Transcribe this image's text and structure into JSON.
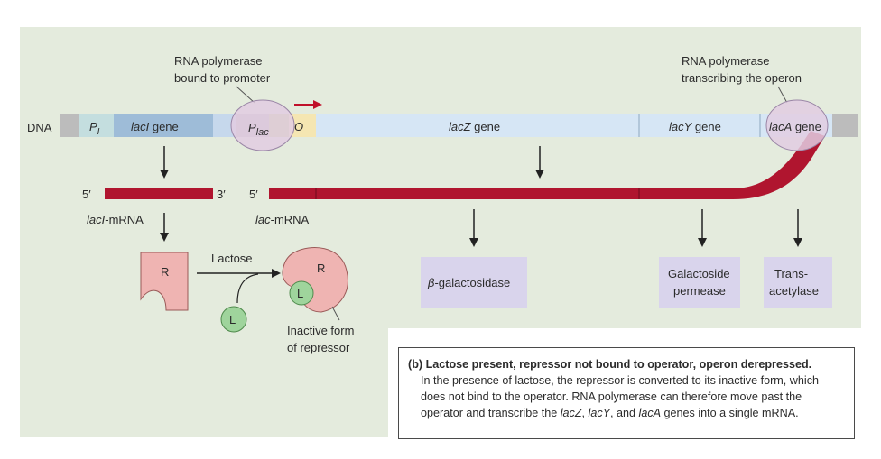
{
  "labels": {
    "dna": "DNA",
    "pi_p": "P",
    "pi_sub": "I",
    "laci_i": "lacI",
    "laci_gene": " gene",
    "rnap_top_1": "RNA polymerase",
    "rnap_top_2": "bound to promoter",
    "plac_p": "P",
    "plac_sub": "lac",
    "operator": "O",
    "lacz_i": "lacZ",
    "lacz_gene": " gene",
    "lacy_i": "lacY",
    "lacy_gene": " gene",
    "laca_i": "lacA",
    "laca_gene": " gene",
    "rnap_right_1": "RNA polymerase",
    "rnap_right_2": "transcribing the operon",
    "five_prime_1": "5′",
    "three_prime": "3′",
    "five_prime_2": "5′",
    "laci_mrna_i": "lacI",
    "laci_mrna_rest": "-mRNA",
    "lac_mrna_i": "lac",
    "lac_mrna_rest": "-mRNA",
    "repressor": "R",
    "lactose": "Lactose",
    "lactose_l": "L",
    "inactive_r": "R",
    "inactive_l": "L",
    "inactive_1": "Inactive form",
    "inactive_2": "of repressor",
    "beta_symbol": "β",
    "beta_rest": "-galactosidase",
    "permease_1": "Galactoside",
    "permease_2": "permease",
    "trans_1": "Trans-",
    "trans_2": "acetylase"
  },
  "caption": {
    "title": "(b) Lactose present, repressor not bound to operator, operon derepressed.",
    "body_1": "In the presence of lactose, the repressor is converted to its inactive form, which",
    "body_2": "does not bind to the operator. RNA polymerase can therefore move past the",
    "body_3a": "operator and transcribe the ",
    "body_3_lacz": "lacZ",
    "body_3b": ", ",
    "body_3_lacy": "lacY",
    "body_3c": ", and ",
    "body_3_laca": "lacA",
    "body_3d": " genes into a single mRNA."
  },
  "colors": {
    "panel": "#e4ebdd",
    "dna_grey": "#bcbcbc",
    "pi_region": "#c4dedf",
    "laci_region": "#9ebcd8",
    "laci_light": "#c6d8ec",
    "plac_region": "#c8d88a",
    "operator_region": "#f5e6b2",
    "operon_region": "#d6e6f5",
    "polymerase": "#e2cce2",
    "mrna": "#b0152f",
    "repressor": "#efb4b2",
    "lactose": "#9fd49c",
    "product_box": "#d9d4ec"
  }
}
